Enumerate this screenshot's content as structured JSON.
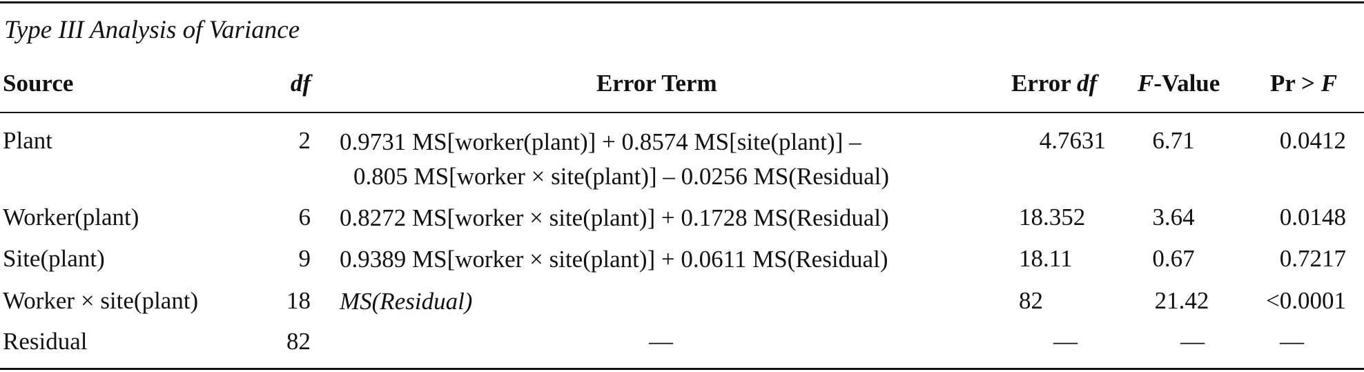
{
  "caption": "Type III Analysis of Variance",
  "headers": {
    "source": "Source",
    "df": "df",
    "error_term": "Error Term",
    "error_df_prefix": "Error ",
    "error_df_italic": "df",
    "f_value_italic": "F",
    "f_value_suffix": "-Value",
    "pr_prefix": "Pr > ",
    "pr_italic": "F"
  },
  "rows": [
    {
      "source": "Plant",
      "df": "2",
      "error_term_line1": "0.9731 MS[worker(plant)] + 0.8574 MS[site(plant)] –",
      "error_term_line2": "0.805 MS[worker × site(plant)] – 0.0256 MS(Residual)",
      "error_df": "4.7631",
      "f_value": "6.71",
      "pr": "0.0412"
    },
    {
      "source": "Worker(plant)",
      "df": "6",
      "error_term_line1": "0.8272 MS[worker × site(plant)] + 0.1728 MS(Residual)",
      "error_df": "18.352",
      "f_value": "3.64",
      "pr": "0.0148"
    },
    {
      "source": "Site(plant)",
      "df": "9",
      "error_term_line1": "0.9389 MS[worker × site(plant)] + 0.0611 MS(Residual)",
      "error_df": "18.11",
      "f_value": "0.67",
      "pr": "0.7217"
    },
    {
      "source": "Worker × site(plant)",
      "df": "18",
      "error_term_line1": "MS(Residual)",
      "error_df": "82",
      "f_value": "21.42",
      "pr": "<0.0001"
    },
    {
      "source": "Residual",
      "df": "82",
      "error_term_line1": "—",
      "error_df": "—",
      "f_value": "—",
      "pr": "—"
    }
  ]
}
